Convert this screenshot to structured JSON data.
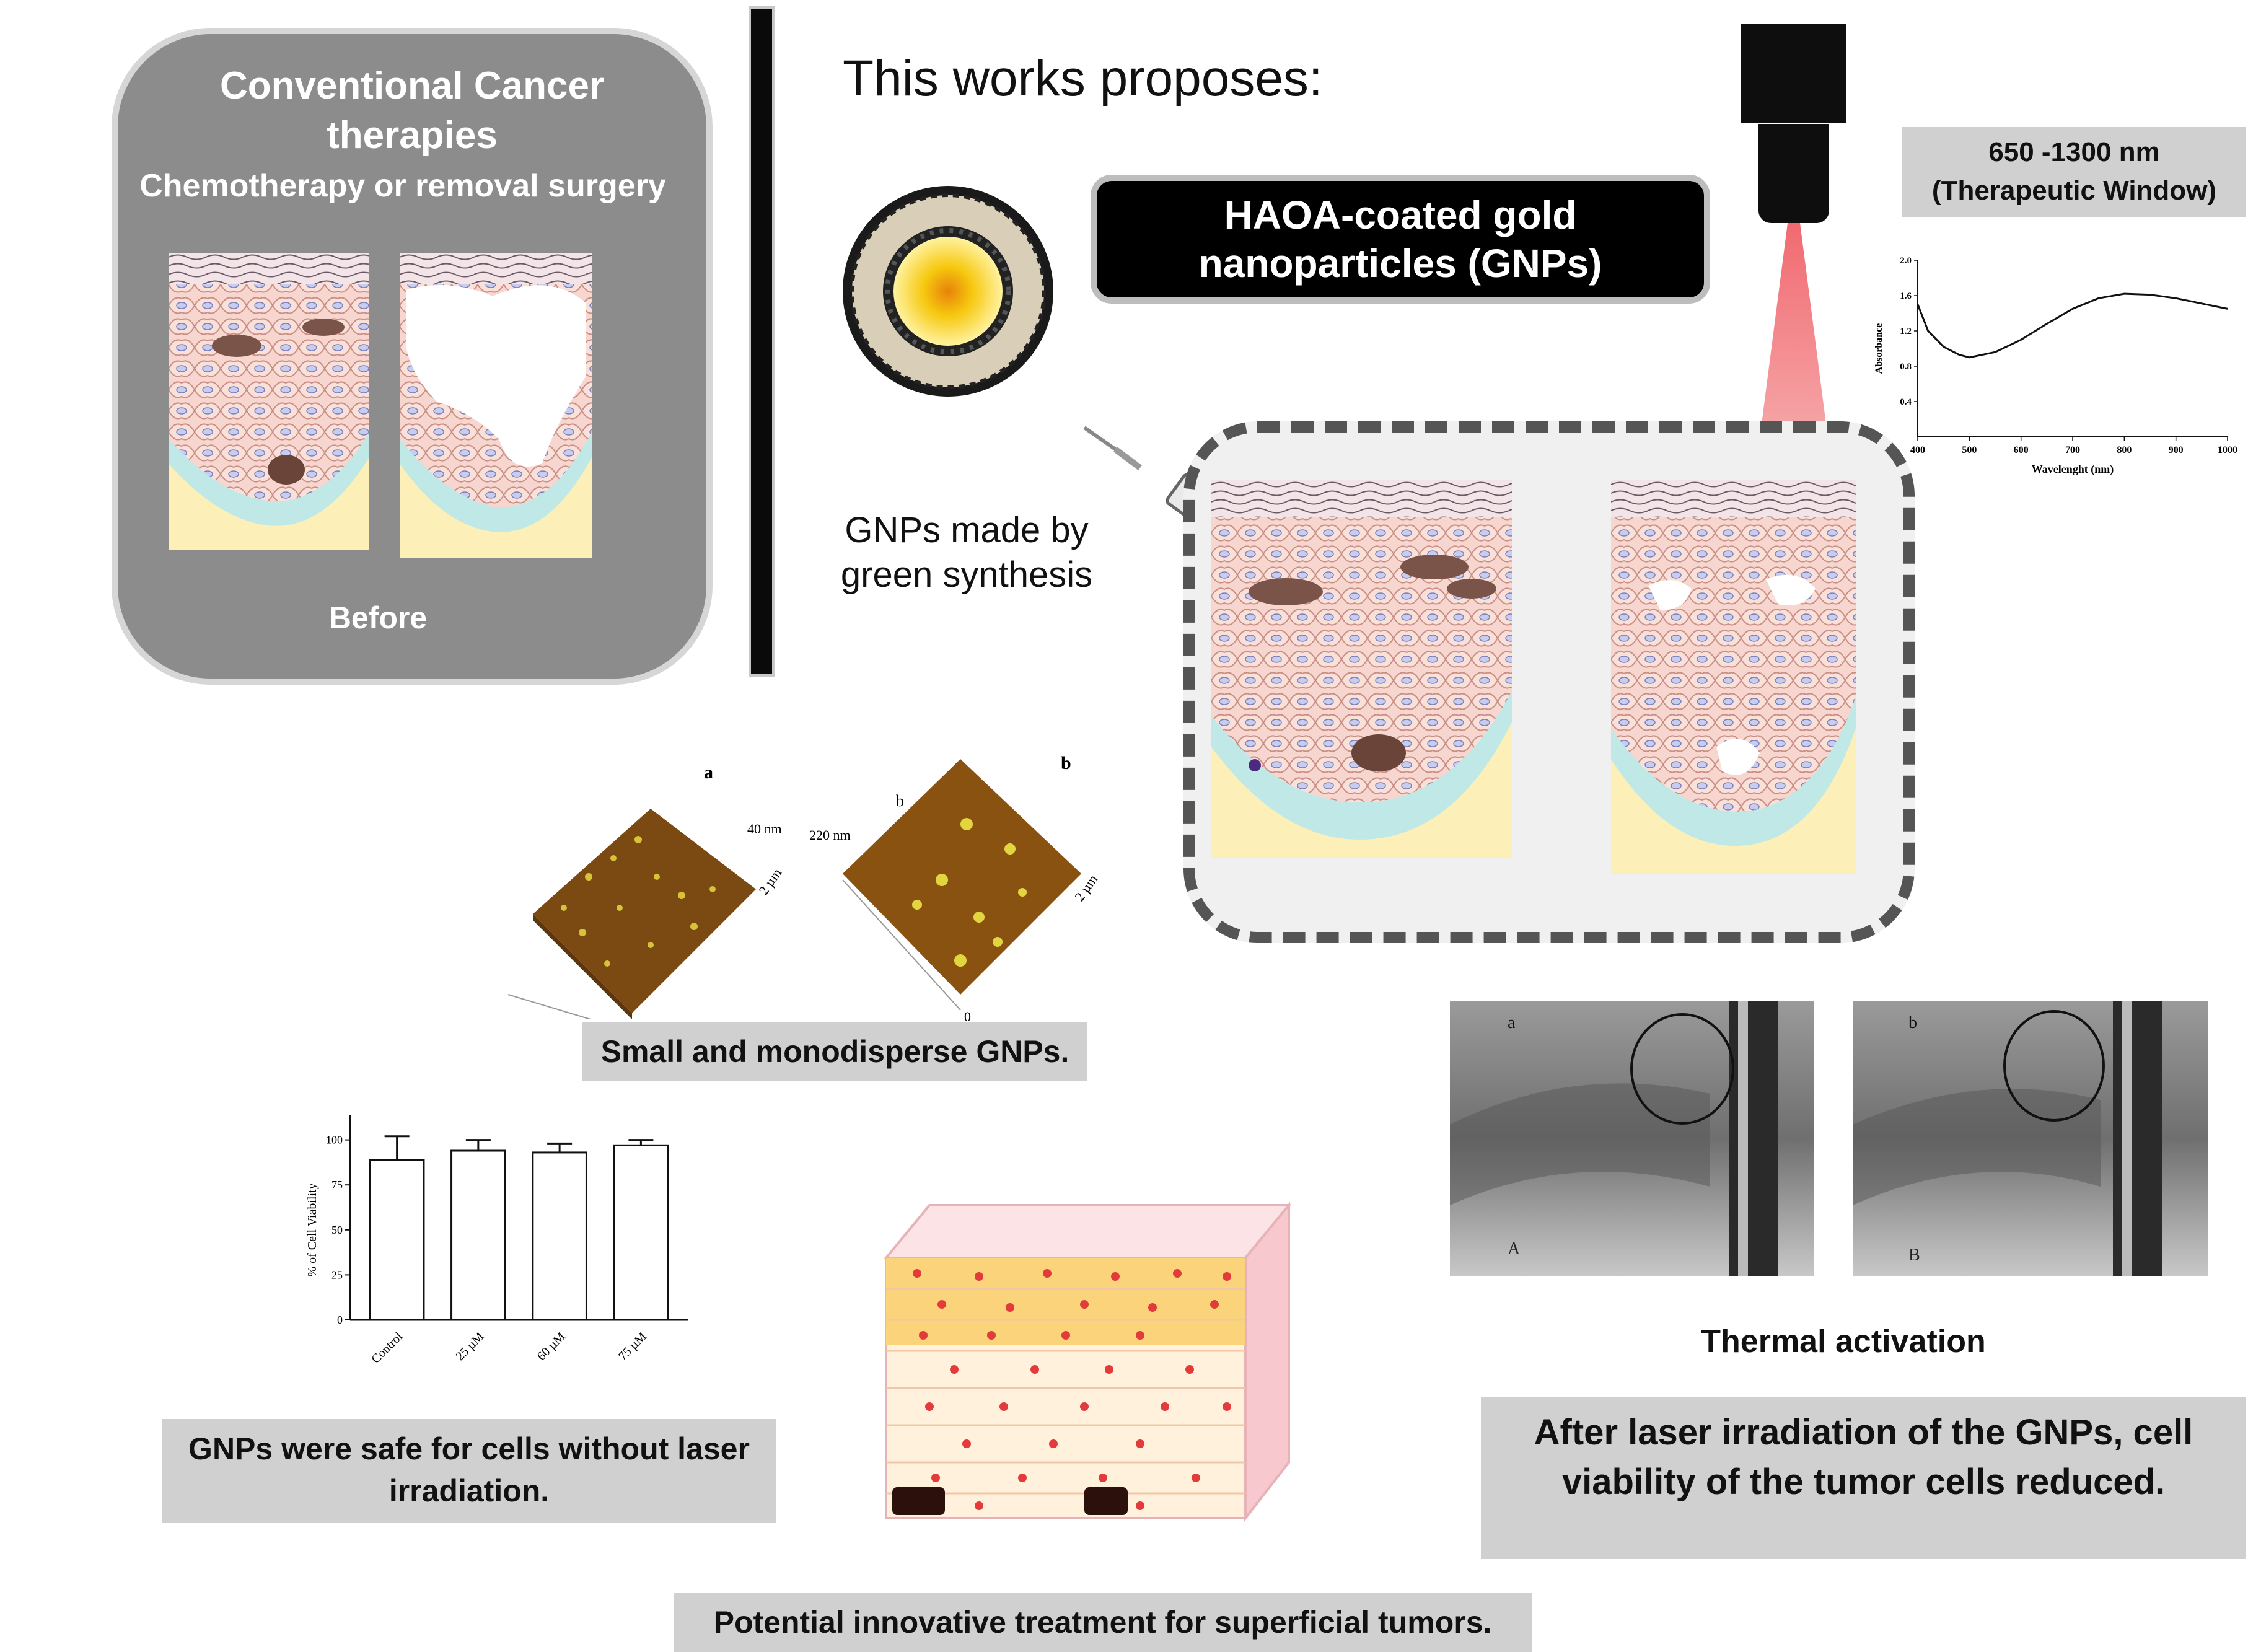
{
  "conventional": {
    "title_line1": "Conventional Cancer",
    "title_line2": "therapies",
    "subtitle": "Chemotherapy or removal surgery",
    "before_label": "Before"
  },
  "proposal": {
    "heading": "This works proposes:",
    "haoa_line1": "HAOA-coated gold",
    "haoa_line2": "nanoparticles (GNPs)",
    "green_line1": "GNPs made by",
    "green_line2": "green synthesis"
  },
  "therapeutic_window": {
    "line1": "650 -1300 nm",
    "line2": "(Therapeutic Window)"
  },
  "afm": {
    "panel_a_letter": "a",
    "panel_b_letter": "b",
    "panel_a_height": "40 nm",
    "panel_b_height": "220 nm",
    "panel_b_inner": "b",
    "axis_unit_a": "2 µm",
    "axis_unit_b": "2 µm",
    "zero_label": "0",
    "caption": "Small and monodisperse GNPs."
  },
  "viability_caption": {
    "line1": "GNPs were safe for cells without laser",
    "line2": "irradiation."
  },
  "thermal": {
    "label": "Thermal activation",
    "panel_a_letter": "a",
    "panel_a_corner": "A",
    "panel_b_letter": "b",
    "panel_b_corner": "B",
    "caption_line1": "After laser irradiation of the GNPs, cell",
    "caption_line2": "viability of the tumor cells reduced."
  },
  "bottom_caption": "Potential innovative treatment for superficial tumors.",
  "chart_data": [
    {
      "type": "line",
      "xlabel": "Wavelenght (nm)",
      "ylabel": "Absorbance",
      "xlim": [
        400,
        1000
      ],
      "ylim": [
        0,
        2.0
      ],
      "x_ticks": [
        "400",
        "500",
        "600",
        "700",
        "800",
        "900",
        "1000"
      ],
      "y_ticks": [
        "0.4",
        "0.8",
        "1.2",
        "1.6",
        "2.0"
      ],
      "series": [
        {
          "x": [
            400,
            420,
            450,
            480,
            500,
            550,
            600,
            650,
            700,
            750,
            800,
            850,
            900,
            950,
            1000
          ],
          "y": [
            1.5,
            1.2,
            1.02,
            0.93,
            0.9,
            0.96,
            1.1,
            1.28,
            1.45,
            1.57,
            1.62,
            1.61,
            1.57,
            1.51,
            1.45
          ]
        }
      ]
    },
    {
      "type": "bar",
      "ylabel": "% of Cell Viability",
      "ylim": [
        0,
        100
      ],
      "y_ticks": [
        "0",
        "25",
        "50",
        "75",
        "100"
      ],
      "categories": [
        "Control",
        "25 µM",
        "60 µM",
        "75 µM"
      ],
      "values": [
        89,
        94,
        93,
        97
      ],
      "errors": [
        13,
        6,
        5,
        3
      ]
    }
  ],
  "colors": {
    "conventional_box": "#8c8c8c",
    "label_gray": "#d0d0d0",
    "laser": "#f08a8a",
    "gold": "#f5c400",
    "afm_brown": "#8a5210"
  }
}
